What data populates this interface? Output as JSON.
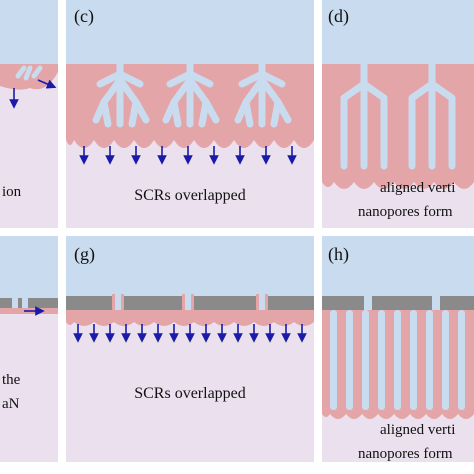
{
  "panels": [
    {
      "id": "b",
      "label": "",
      "caption": [
        "",
        "ion"
      ]
    },
    {
      "id": "c",
      "label": "(c)",
      "caption": [
        "SCRs overlapped"
      ]
    },
    {
      "id": "d",
      "label": "(d)",
      "caption": [
        "aligned verti",
        "nanopores form"
      ]
    },
    {
      "id": "f",
      "label": "",
      "caption": [
        "the",
        "aN"
      ]
    },
    {
      "id": "g",
      "label": "(g)",
      "caption": [
        "SCRs overlapped"
      ]
    },
    {
      "id": "h",
      "label": "(h)",
      "caption": [
        "aligned verti",
        "nanopores form"
      ]
    }
  ],
  "colors": {
    "electrolyte": "#c9dcef",
    "substrate": "#ebe1ee",
    "depletion": "#e3a5a8",
    "pore": "#c9dcef",
    "mask": "#8a8a8a",
    "arrow": "#1a1aa8",
    "frame": "#d5d5d5"
  }
}
